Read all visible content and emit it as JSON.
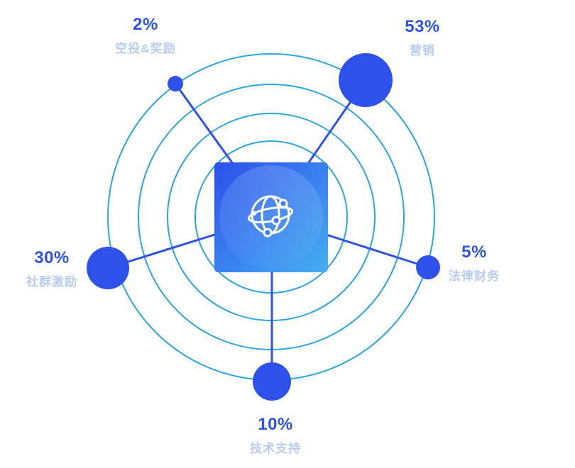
{
  "chart_data": {
    "type": "bubble",
    "title": "",
    "description": "Radial orbit distribution chart: five bubbles sized by percentage placed on concentric rings around a central gradient square with a globe-network icon.",
    "legend_position": "around",
    "rings": 4,
    "items": [
      {
        "label": "空投&奖励",
        "percent": "2%",
        "value": 2,
        "position": "top-left"
      },
      {
        "label": "营销",
        "percent": "53%",
        "value": 53,
        "position": "top-right"
      },
      {
        "label": "社群激励",
        "percent": "30%",
        "value": 30,
        "position": "left"
      },
      {
        "label": "法律财务",
        "percent": "5%",
        "value": 5,
        "position": "right"
      },
      {
        "label": "技术支持",
        "percent": "10%",
        "value": 10,
        "position": "bottom"
      }
    ],
    "colors": {
      "bubble": "#2E52E9",
      "connector": "#2E52E9",
      "ring": "#2AA5E5",
      "percent_text": "#2F54EB",
      "label_text": "#B7CDF2",
      "square_gradient_start": "#2B4FE9",
      "square_gradient_end": "#45AFF2",
      "icon": "#FFFFFF"
    },
    "center_icon": "globe-network-icon"
  }
}
